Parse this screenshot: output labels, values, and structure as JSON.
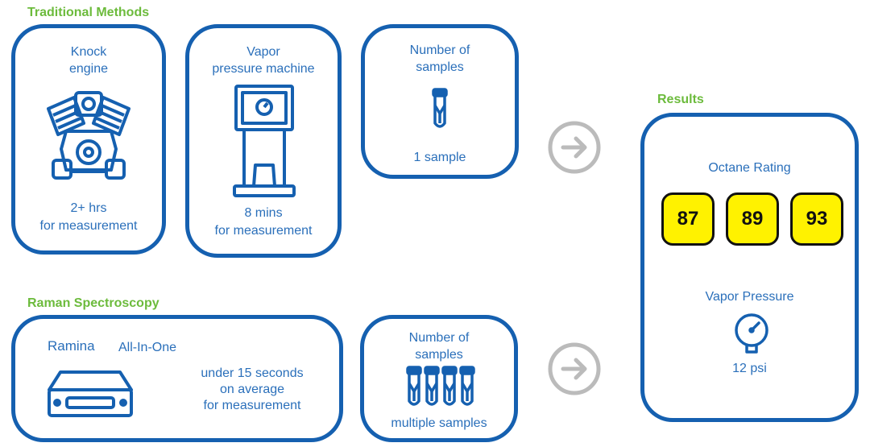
{
  "traditional": {
    "label": "Traditional Methods",
    "knock": {
      "title_line1": "Knock",
      "title_line2": "engine",
      "time_line1": "2+ hrs",
      "time_line2": "for measurement"
    },
    "vapor": {
      "title_line1": "Vapor",
      "title_line2": "pressure machine",
      "time_line1": "8 mins",
      "time_line2": "for measurement"
    },
    "samples": {
      "title_line1": "Number of",
      "title_line2": "samples",
      "count": "1 sample"
    }
  },
  "raman": {
    "label": "Raman Spectroscopy",
    "device": {
      "name": "Ramina",
      "tag": "All-In-One",
      "time_line1": "under 15 seconds",
      "time_line2": "on average",
      "time_line3": "for measurement"
    },
    "samples": {
      "title_line1": "Number of",
      "title_line2": "samples",
      "count": "multiple samples"
    }
  },
  "results": {
    "label": "Results",
    "octane_title": "Octane Rating",
    "octane_values": [
      "87",
      "89",
      "93"
    ],
    "vapor_title": "Vapor Pressure",
    "vapor_value": "12 psi"
  },
  "colors": {
    "border": "#1560b0",
    "text": "#2a6fba",
    "label": "#6cbb3c",
    "octane_fill": "#fff200",
    "arrow": "#bbbbbb"
  },
  "icons": [
    "engine-icon",
    "vapor-machine-icon",
    "test-tube-icon",
    "raman-device-icon",
    "test-tubes-icon",
    "gauge-icon",
    "arrow-right-icon"
  ]
}
